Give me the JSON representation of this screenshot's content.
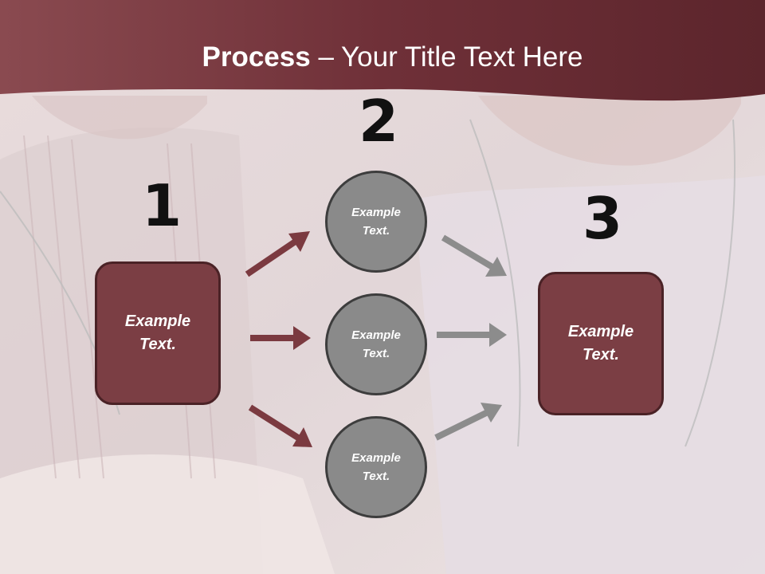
{
  "title": {
    "bold": "Process",
    "rest": " – Your Title Text Here"
  },
  "steps": [
    {
      "number": "1",
      "label": "Example Text."
    },
    {
      "number": "2",
      "label": "Example Text."
    },
    {
      "number": "3",
      "label": "Example Text."
    }
  ],
  "middle_nodes": [
    {
      "label": "Example Text."
    },
    {
      "label": "Example Text."
    },
    {
      "label": "Example Text."
    }
  ],
  "colors": {
    "header": "#7a3a42",
    "box_fill": "#7b3e44",
    "box_border": "#4a2226",
    "circle_fill": "#8a8a8a",
    "circle_border": "#3d3d3d",
    "arrow_left": "#7b3a40",
    "arrow_right": "#8c8c8c"
  }
}
